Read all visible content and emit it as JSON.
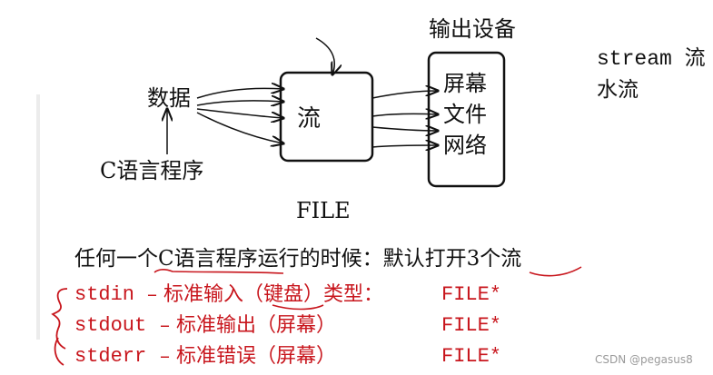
{
  "diagram": {
    "data_label": "数据",
    "c_program_label": "C语言程序",
    "stream_box_label": "流",
    "output_device_title": "输出设备",
    "devices": [
      "屏幕",
      "文件",
      "网络"
    ],
    "file_label": "FILE",
    "stream_note_line1": "stream 流",
    "stream_note_line2": "水流"
  },
  "notes": {
    "intro": "任何一个C语言程序运行的时候：默认打开3个流",
    "streams": [
      {
        "name": "stdin",
        "desc": "– 标准输入（键盘）类型：",
        "type": "FILE*"
      },
      {
        "name": "stdout",
        "desc": "– 标准输出（屏幕）",
        "type": "FILE*"
      },
      {
        "name": "stderr",
        "desc": "– 标准错误（屏幕）",
        "type": "FILE*"
      }
    ]
  },
  "watermark": "CSDN @pegasus8",
  "colors": {
    "ink": "#111111",
    "annotation_red": "#c8161d",
    "watermark": "#9a9a9a"
  }
}
